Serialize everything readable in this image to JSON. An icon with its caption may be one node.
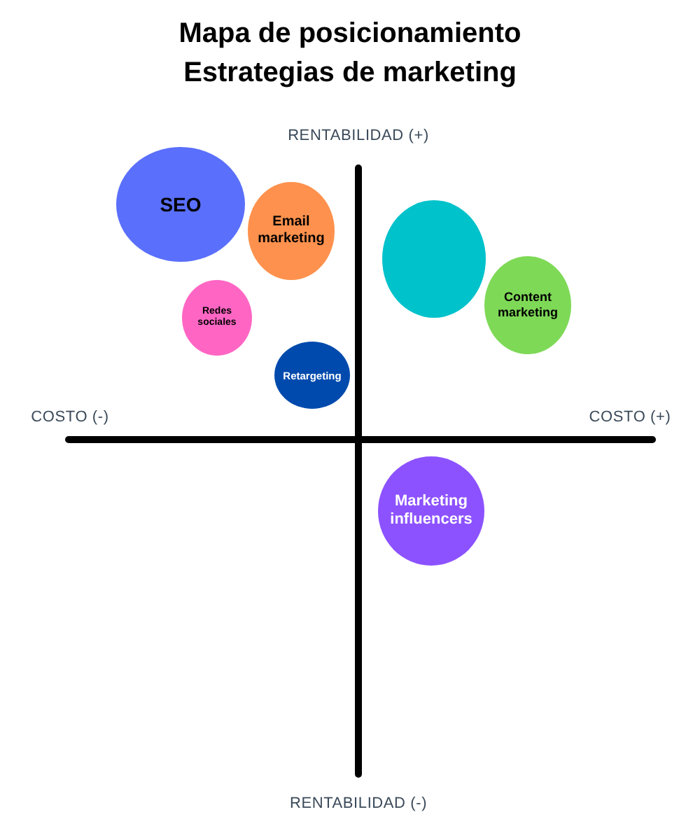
{
  "diagram": {
    "title": "Mapa de posicionamiento Estrategias de marketing",
    "nodes": [
      {
        "text": [
          "SEO"
        ]
      },
      {
        "text": [
          "Email marketing"
        ]
      },
      {
        "text": [],
        "shape": "circle"
      },
      {
        "text": [
          "Content marketing"
        ]
      },
      {
        "text": [
          "Redes sociales"
        ]
      },
      {
        "text": [
          "Retargeting"
        ]
      },
      {
        "text": [
          "Marketing influencers"
        ]
      }
    ],
    "labels": [
      "RENTABILIDAD (+)",
      "COSTO (-)",
      "COSTO (+)",
      "RENTABILIDAD (-)"
    ]
  }
}
